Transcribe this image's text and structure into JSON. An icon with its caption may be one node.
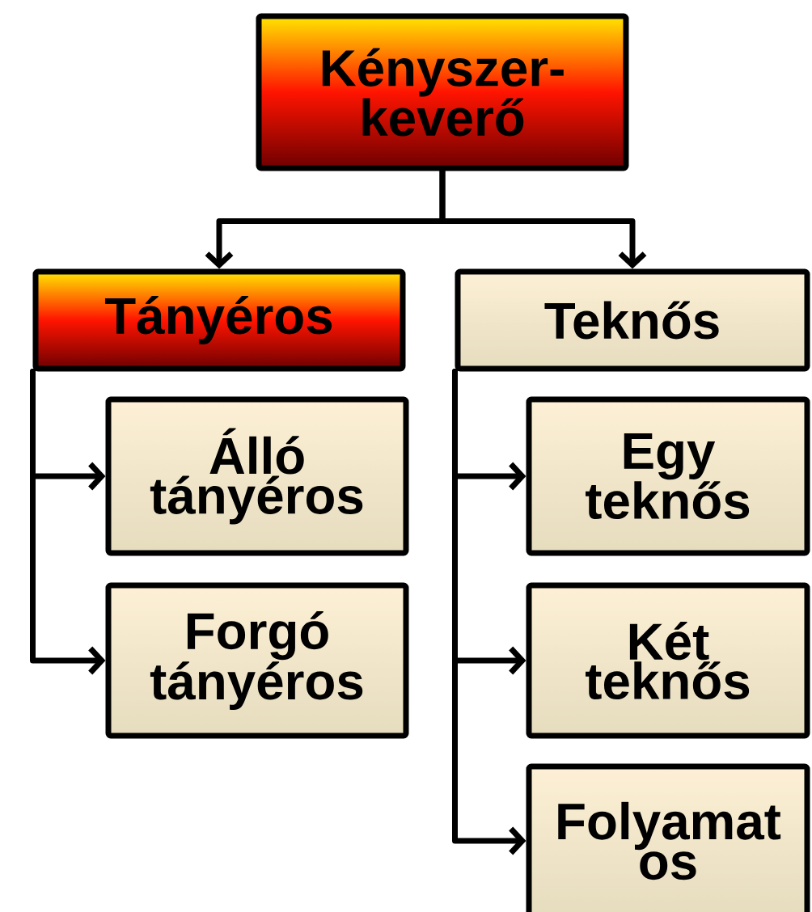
{
  "diagram": {
    "nodes": [
      {
        "text": [
          "Kényszer- keverő"
        ]
      },
      {
        "text": [
          "Tányéros"
        ]
      },
      {
        "text": [
          "Teknős"
        ]
      },
      {
        "text": [
          "Álló tányéros"
        ]
      },
      {
        "text": [
          "Forgó tányéros"
        ]
      },
      {
        "text": [
          "Egy teknős"
        ]
      },
      {
        "text": [
          "Két teknős"
        ]
      },
      {
        "text": [
          "Folyamat os"
        ]
      }
    ],
    "edges": [
      {
        "from": 0,
        "to": 1,
        "arrow": "to"
      },
      {
        "from": 0,
        "to": 2,
        "arrow": "to"
      },
      {
        "from": 1,
        "to": 3,
        "arrow": "to"
      },
      {
        "from": 1,
        "to": 4,
        "arrow": "to"
      },
      {
        "from": 2,
        "to": 5,
        "arrow": "to"
      },
      {
        "from": 2,
        "to": 6,
        "arrow": "to"
      },
      {
        "from": 2,
        "to": 7,
        "arrow": "to"
      }
    ]
  }
}
